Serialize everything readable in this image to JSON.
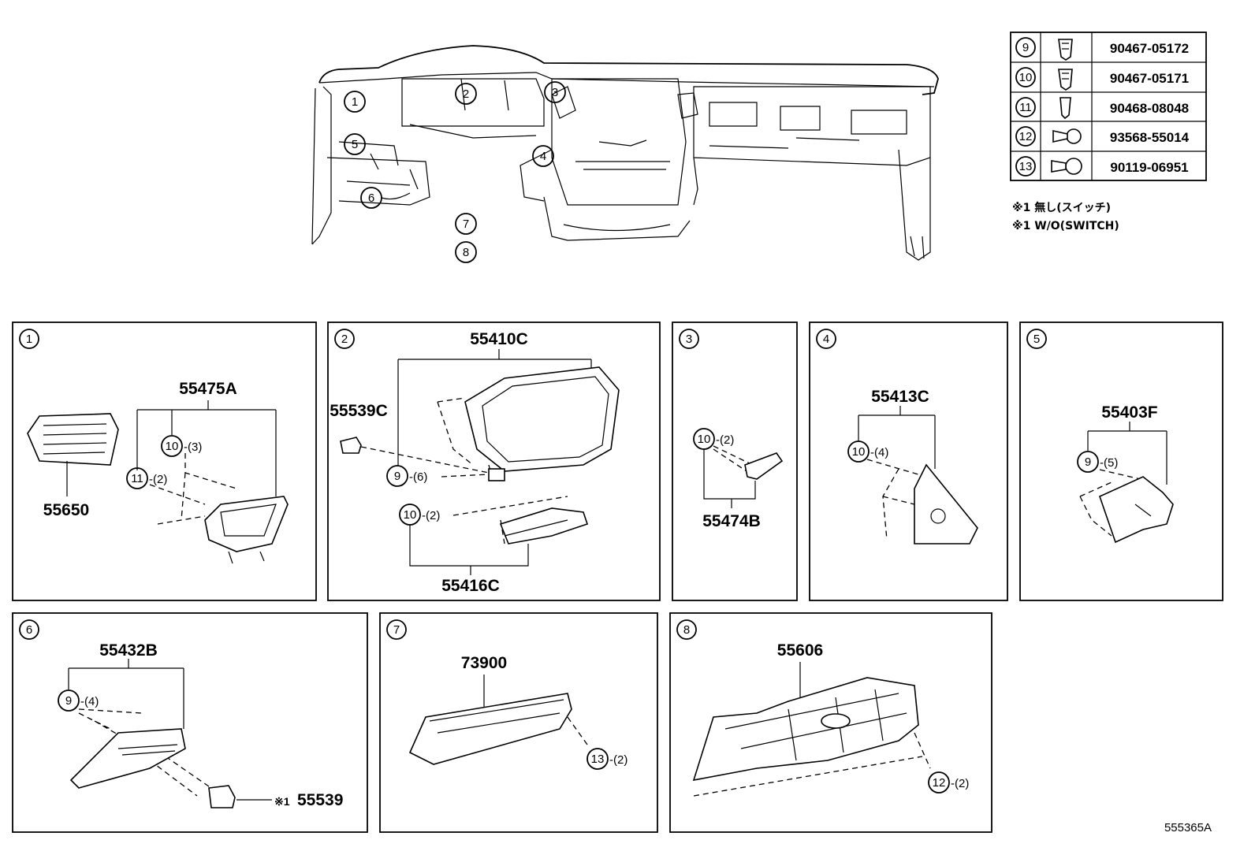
{
  "overview": {
    "callouts": [
      "1",
      "2",
      "3",
      "4",
      "5",
      "6",
      "7",
      "8"
    ]
  },
  "fastener_table": [
    {
      "ref": "9",
      "part": "90467-05172"
    },
    {
      "ref": "10",
      "part": "90467-05171"
    },
    {
      "ref": "11",
      "part": "90468-08048"
    },
    {
      "ref": "12",
      "part": "93568-55014"
    },
    {
      "ref": "13",
      "part": "90119-06951"
    }
  ],
  "notes": [
    "※1 無し(スイッチ)",
    "※1 W/O(SWITCH)"
  ],
  "panels": {
    "p1": {
      "id": "1",
      "parts": [
        "55475A",
        "55650"
      ],
      "clips": [
        {
          "ref": "10",
          "qty": "-(3)"
        },
        {
          "ref": "11",
          "qty": "-(2)"
        }
      ]
    },
    "p2": {
      "id": "2",
      "parts": [
        "55410C",
        "55539C",
        "55416C"
      ],
      "clips": [
        {
          "ref": "9",
          "qty": "-(6)"
        },
        {
          "ref": "10",
          "qty": "-(2)"
        }
      ]
    },
    "p3": {
      "id": "3",
      "parts": [
        "55474B"
      ],
      "clips": [
        {
          "ref": "10",
          "qty": "-(2)"
        }
      ]
    },
    "p4": {
      "id": "4",
      "parts": [
        "55413C"
      ],
      "clips": [
        {
          "ref": "10",
          "qty": "-(4)"
        }
      ]
    },
    "p5": {
      "id": "5",
      "parts": [
        "55403F"
      ],
      "clips": [
        {
          "ref": "9",
          "qty": "-(5)"
        }
      ]
    },
    "p6": {
      "id": "6",
      "parts": [
        "55432B",
        "55539"
      ],
      "prefix": "※1",
      "clips": [
        {
          "ref": "9",
          "qty": "-(4)"
        }
      ]
    },
    "p7": {
      "id": "7",
      "parts": [
        "73900"
      ],
      "clips": [
        {
          "ref": "13",
          "qty": "-(2)"
        }
      ]
    },
    "p8": {
      "id": "8",
      "parts": [
        "55606"
      ],
      "clips": [
        {
          "ref": "12",
          "qty": "-(2)"
        }
      ]
    }
  },
  "figure_number": "555365A"
}
